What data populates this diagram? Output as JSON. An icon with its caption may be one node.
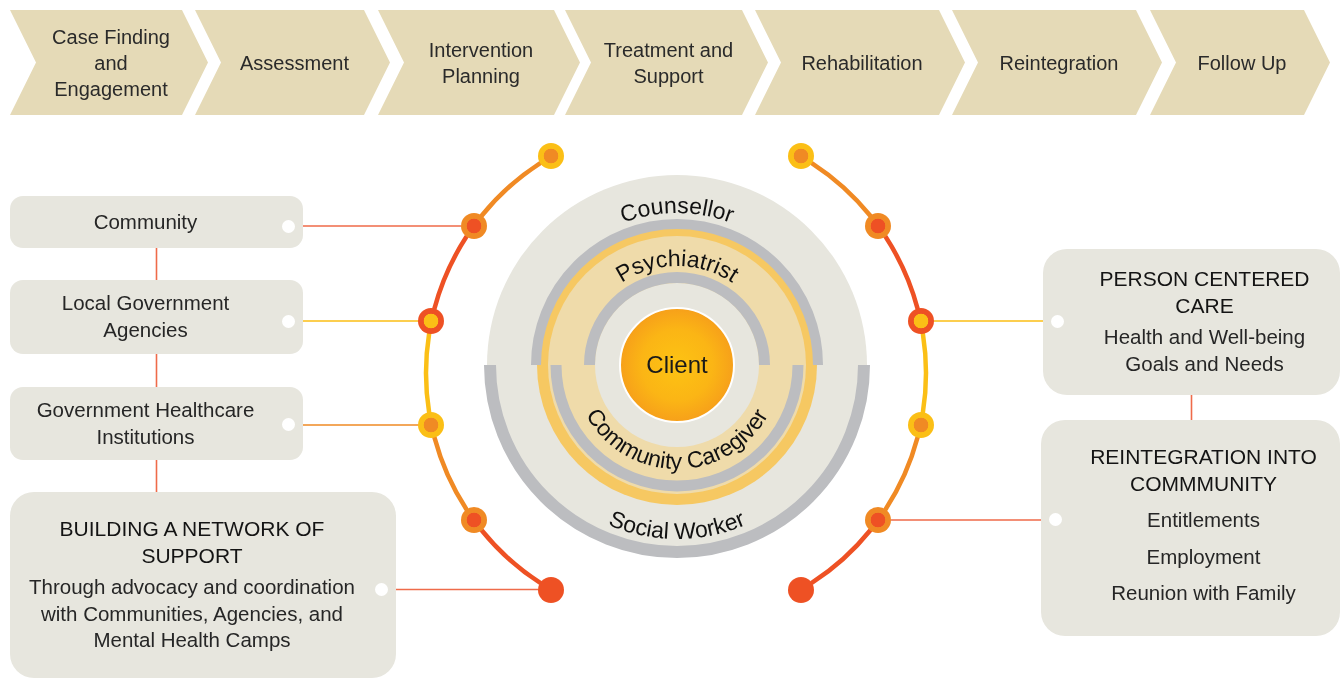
{
  "diagram": {
    "nodes": [
      {
        "text": [
          "Case Finding and Engagement"
        ]
      },
      {
        "text": [
          "Assessment"
        ]
      },
      {
        "text": [
          "Intervention Planning"
        ]
      },
      {
        "text": [
          "Treatment and Support"
        ]
      },
      {
        "text": [
          "Rehabilitation"
        ]
      },
      {
        "text": [
          "Reintegration"
        ]
      },
      {
        "text": [
          "Follow Up"
        ]
      },
      {
        "text": [
          "Community"
        ]
      },
      {
        "text": [
          "Local Government Agencies"
        ]
      },
      {
        "text": [
          "Government Healthcare Institutions"
        ]
      },
      {
        "text": [
          "BUILDING A NETWORK OF SUPPORT",
          "Through advocacy and coordination with Communities, Agencies, and Mental Health Camps"
        ]
      },
      {
        "text": [
          "PERSON CENTERED CARE",
          "Health and Well-being Goals and Needs"
        ]
      },
      {
        "text": [
          "REINTEGRATION INTO COMMMUNITY",
          "Entitlements",
          "Employment",
          "Reunion with Family"
        ]
      },
      {
        "text": [
          "Client"
        ]
      },
      {
        "text": [],
        "shape": "circle"
      },
      {
        "text": [],
        "shape": "circle"
      },
      {
        "text": [],
        "shape": "circle"
      },
      {
        "text": [],
        "shape": "circle"
      },
      {
        "text": [],
        "shape": "circle"
      },
      {
        "text": [],
        "shape": "circle"
      },
      {
        "text": [],
        "shape": "circle"
      },
      {
        "text": [],
        "shape": "circle"
      },
      {
        "text": [],
        "shape": "circle"
      },
      {
        "text": [],
        "shape": "circle"
      },
      {
        "text": [],
        "shape": "circle"
      },
      {
        "text": [],
        "shape": "circle"
      }
    ],
    "edges": [
      {
        "from": 7,
        "to": 8,
        "arrow": "none"
      },
      {
        "from": 8,
        "to": 9,
        "arrow": "none"
      },
      {
        "from": 9,
        "to": 10,
        "arrow": "none"
      },
      {
        "from": 11,
        "to": 12,
        "arrow": "none"
      },
      {
        "from": 7,
        "to": 15,
        "arrow": "none"
      },
      {
        "from": 8,
        "to": 16,
        "arrow": "none",
        "color": "#fbbf16"
      },
      {
        "from": 9,
        "to": 17,
        "arrow": "none",
        "color": "#f08a24"
      },
      {
        "from": 10,
        "to": 19,
        "arrow": "none"
      },
      {
        "from": 11,
        "to": 22,
        "arrow": "none",
        "color": "#fbbf16"
      },
      {
        "from": 12,
        "to": 24,
        "arrow": "none"
      },
      {
        "from": 14,
        "to": 15,
        "arrow": "none",
        "style": "thick",
        "color": "#f08a24"
      },
      {
        "from": 15,
        "to": 16,
        "arrow": "none",
        "style": "thick",
        "color": "#ee5124"
      },
      {
        "from": 16,
        "to": 17,
        "arrow": "none",
        "style": "thick",
        "color": "#fbbf16"
      },
      {
        "from": 17,
        "to": 18,
        "arrow": "none",
        "style": "thick",
        "color": "#f08a24"
      },
      {
        "from": 18,
        "to": 19,
        "arrow": "none",
        "style": "thick",
        "color": "#ee5124"
      },
      {
        "from": 20,
        "to": 21,
        "arrow": "none",
        "style": "thick",
        "color": "#f08a24"
      },
      {
        "from": 21,
        "to": 22,
        "arrow": "none",
        "style": "thick",
        "color": "#ee5124"
      },
      {
        "from": 22,
        "to": 23,
        "arrow": "none",
        "style": "thick",
        "color": "#fbbf16"
      },
      {
        "from": 23,
        "to": 24,
        "arrow": "none",
        "style": "thick",
        "color": "#f08a24"
      },
      {
        "from": 24,
        "to": 25,
        "arrow": "none",
        "style": "thick",
        "color": "#ee5124"
      }
    ],
    "labels": [
      "Counsellor",
      "Psychiatrist",
      "Community Caregiver",
      "Social Worker"
    ]
  }
}
